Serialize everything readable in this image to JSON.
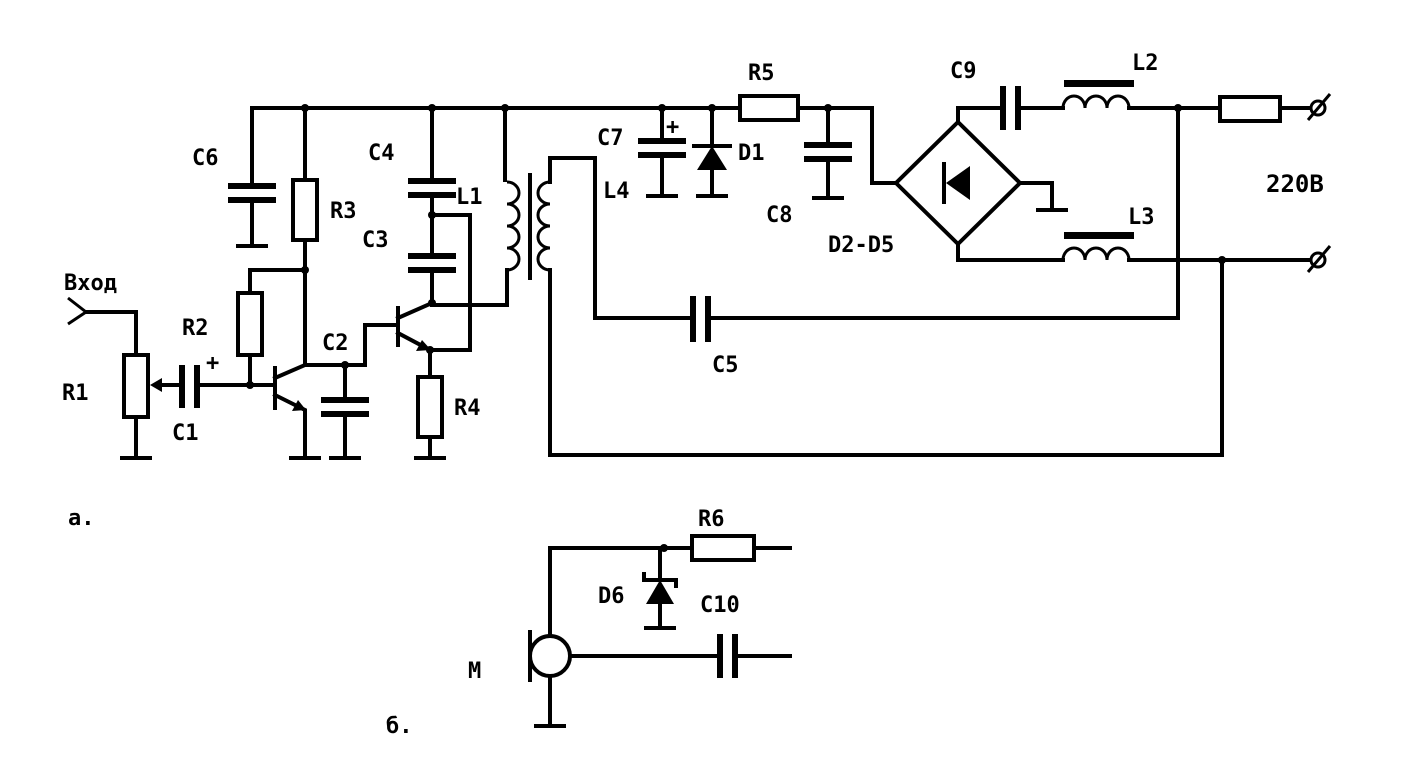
{
  "labels": {
    "input": "Вход",
    "R1": "R1",
    "R2": "R2",
    "R3": "R3",
    "R4": "R4",
    "R5": "R5",
    "R6": "R6",
    "C1": "C1",
    "C2": "C2",
    "C3": "C3",
    "C4": "C4",
    "C5": "C5",
    "C6": "C6",
    "C7": "C7",
    "C8": "C8",
    "C9": "C9",
    "C10": "C10",
    "L1": "L1",
    "L2": "L2",
    "L3": "L3",
    "L4": "L4",
    "D1": "D1",
    "D2D5": "D2-D5",
    "D6": "D6",
    "mains": "220В",
    "mic": "M",
    "plus_c1": "+",
    "plus_c7": "+",
    "fig_a": "а.",
    "fig_b": "б."
  }
}
